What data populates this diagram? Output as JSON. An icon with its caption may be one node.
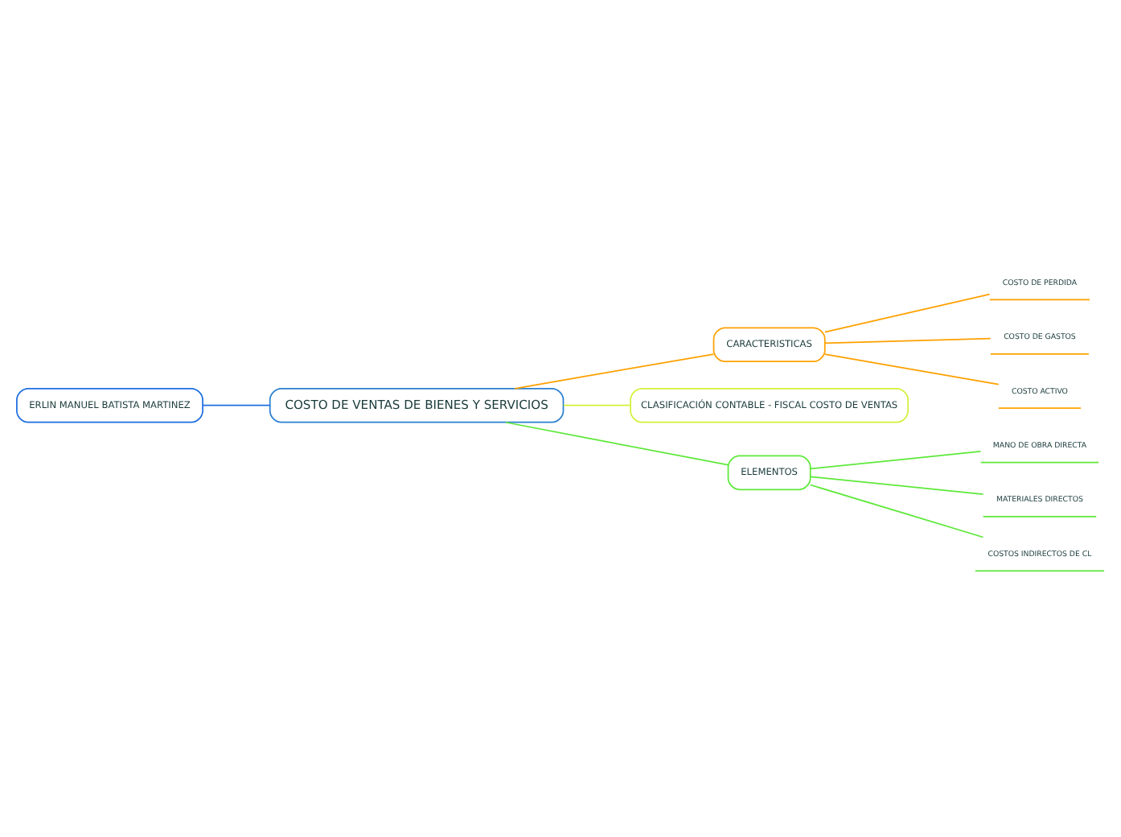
{
  "diagram": {
    "nodes": [
      {
        "text": [
          "ERLIN MANUEL BATISTA MARTINEZ"
        ]
      },
      {
        "text": [
          "COSTO DE VENTAS DE BIENES Y SERVICIOS"
        ]
      },
      {
        "text": [
          "CARACTERISTICAS"
        ]
      },
      {
        "text": [
          "COSTO DE PERDIDA"
        ]
      },
      {
        "text": [
          "COSTO DE GASTOS"
        ]
      },
      {
        "text": [
          "COSTO ACTIVO"
        ]
      },
      {
        "text": [
          "CLASIFICACIÓN CONTABLE - FISCAL COSTO DE VENTAS"
        ]
      },
      {
        "text": [
          "ELEMENTOS"
        ]
      },
      {
        "text": [
          "MANO DE OBRA DIRECTA"
        ]
      },
      {
        "text": [
          "MATERIALES DIRECTOS"
        ]
      },
      {
        "text": [
          "COSTOS INDIRECTOS DE CL"
        ]
      }
    ],
    "edges": [
      {
        "from": 0,
        "to": 1,
        "arrow": "none",
        "color": "#1e6fe0"
      },
      {
        "from": 1,
        "to": 2,
        "arrow": "none",
        "color": "#ffa000"
      },
      {
        "from": 2,
        "to": 3,
        "arrow": "none",
        "color": "#ffa000"
      },
      {
        "from": 2,
        "to": 4,
        "arrow": "none",
        "color": "#ffa000"
      },
      {
        "from": 2,
        "to": 5,
        "arrow": "none",
        "color": "#ffa000"
      },
      {
        "from": 1,
        "to": 6,
        "arrow": "none",
        "color": "#d4f03a"
      },
      {
        "from": 1,
        "to": 7,
        "arrow": "none",
        "color": "#5ee83a"
      },
      {
        "from": 7,
        "to": 8,
        "arrow": "none",
        "color": "#5ee83a"
      },
      {
        "from": 7,
        "to": 9,
        "arrow": "none",
        "color": "#5ee83a"
      },
      {
        "from": 7,
        "to": 10,
        "arrow": "none",
        "color": "#5ee83a"
      }
    ]
  }
}
